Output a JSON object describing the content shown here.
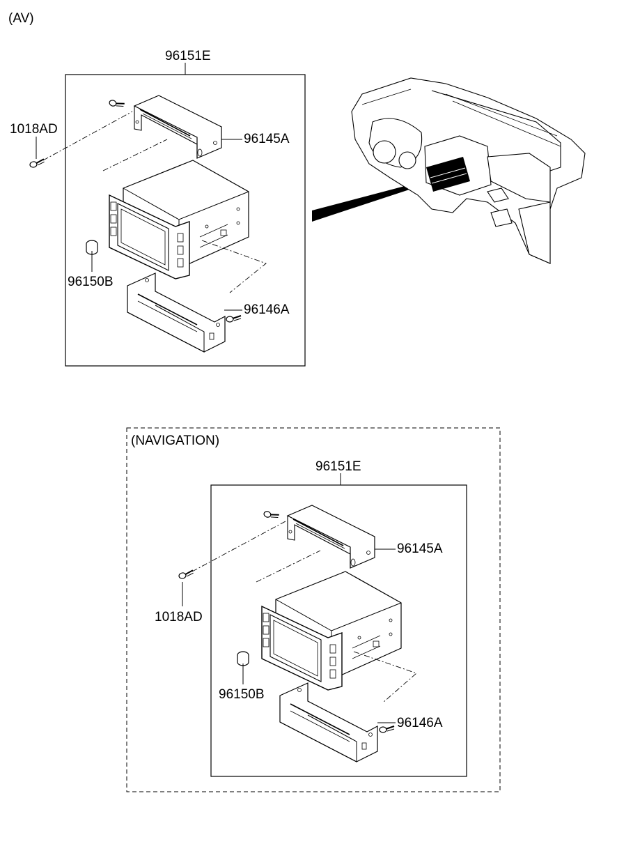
{
  "av": {
    "title": "(AV)",
    "assembly": "96151E",
    "callouts": {
      "screw_upper": "1018AD",
      "bracket_upper": "96145A",
      "knob": "96150B",
      "bracket_lower": "96146A"
    }
  },
  "nav": {
    "title": "(NAVIGATION)",
    "assembly": "96151E",
    "callouts": {
      "screw_upper": "1018AD",
      "bracket_upper": "96145A",
      "knob": "96150B",
      "bracket_lower": "96146A"
    }
  },
  "colors": {
    "line": "#000000",
    "dash": "#000000",
    "fill": "#ffffff"
  }
}
